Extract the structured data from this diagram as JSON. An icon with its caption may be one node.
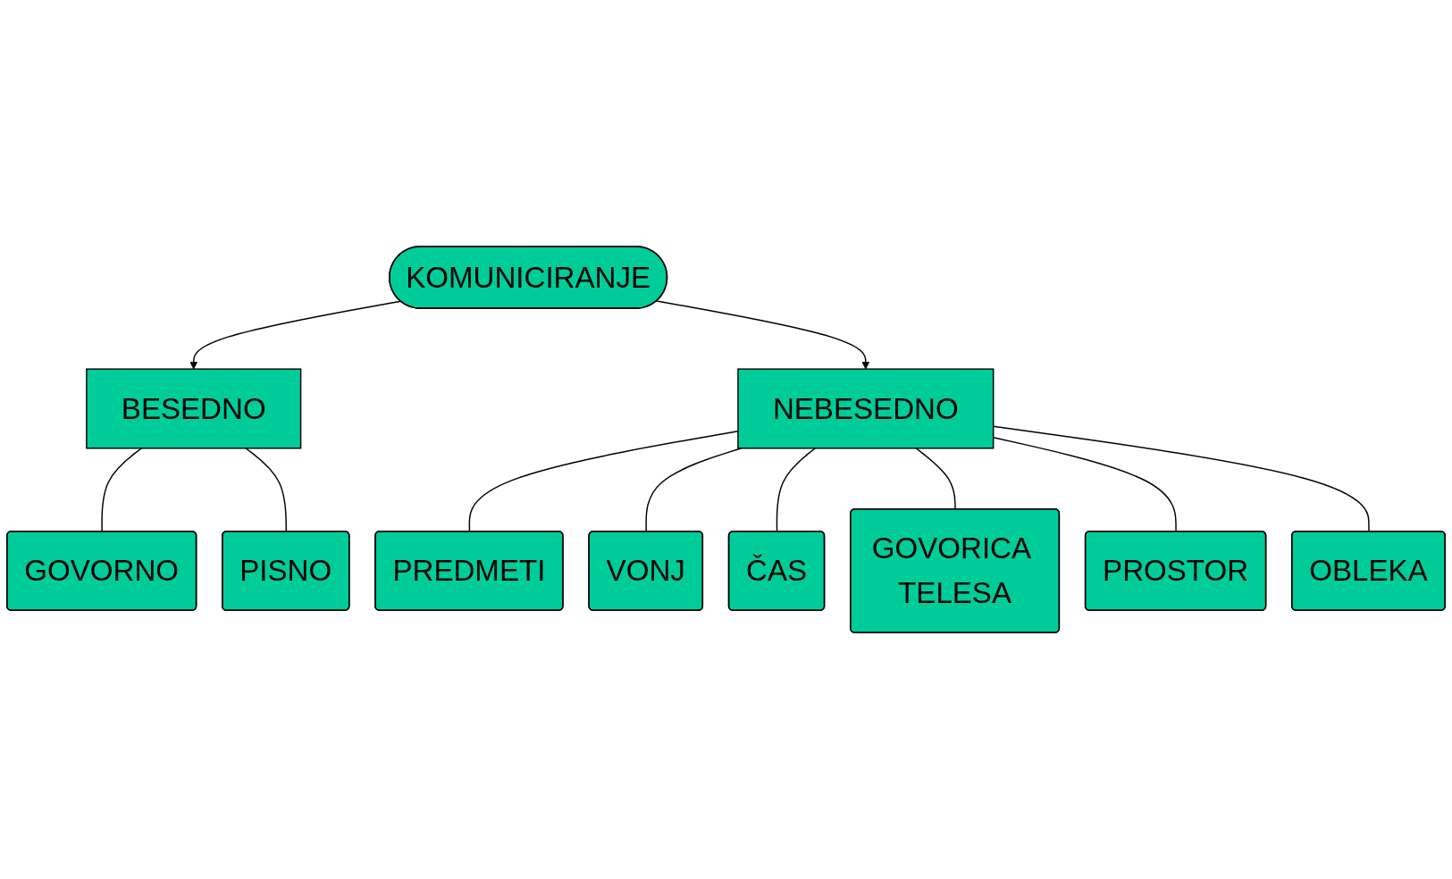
{
  "diagram": {
    "nodes": [
      {
        "text": [
          "KOMUNICIRANJE"
        ]
      },
      {
        "text": [
          "BESEDNO"
        ]
      },
      {
        "text": [
          "NEBESEDNO"
        ]
      },
      {
        "text": [
          "GOVORNO"
        ]
      },
      {
        "text": [
          "PISNO"
        ]
      },
      {
        "text": [
          "PREDMETI"
        ]
      },
      {
        "text": [
          "VONJ"
        ]
      },
      {
        "text": [
          "ČAS"
        ]
      },
      {
        "text": [
          "GOVORICA TELESA"
        ]
      },
      {
        "text": [
          "PROSTOR"
        ]
      },
      {
        "text": [
          "OBLEKA"
        ]
      }
    ],
    "edges": [
      {
        "from": 0,
        "to": 1,
        "arrow": "to"
      },
      {
        "from": 0,
        "to": 2,
        "arrow": "to"
      },
      {
        "from": 1,
        "to": 3,
        "arrow": "none"
      },
      {
        "from": 1,
        "to": 4,
        "arrow": "none"
      },
      {
        "from": 2,
        "to": 5,
        "arrow": "none"
      },
      {
        "from": 2,
        "to": 6,
        "arrow": "none"
      },
      {
        "from": 2,
        "to": 7,
        "arrow": "none"
      },
      {
        "from": 2,
        "to": 8,
        "arrow": "none"
      },
      {
        "from": 2,
        "to": 9,
        "arrow": "none"
      },
      {
        "from": 2,
        "to": 10,
        "arrow": "none"
      }
    ]
  }
}
